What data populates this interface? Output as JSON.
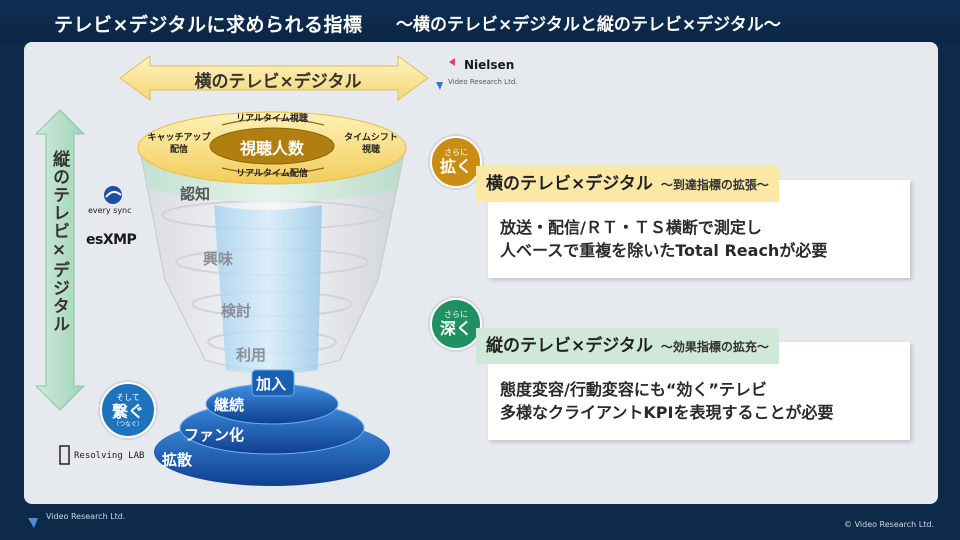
{
  "header": {
    "title": "テレビ×デジタルに求められる指標",
    "subtitle": "〜横のテレビ×デジタルと縦のテレビ×デジタル〜"
  },
  "diagram": {
    "horizontal_arrow_label": "横のテレビ×デジタル",
    "vertical_arrow_label": "縦のテレビ×デジタル",
    "funnel_top": {
      "center": "視聴人数",
      "top": "リアルタイム視聴",
      "bottom": "リアルタイム配信",
      "left_line1": "キャッチアップ",
      "left_line2": "配信",
      "right_line1": "タイムシフト",
      "right_line2": "視聴"
    },
    "stages": [
      "認知",
      "興味",
      "検討",
      "利用"
    ],
    "blue_stages": [
      "加入",
      "継続",
      "ファン化",
      "拡散"
    ]
  },
  "logos": {
    "nielsen": "Nielsen",
    "video_research": "Video Research Ltd.",
    "every_sync": "every sync",
    "esxmp": "esXMP",
    "resolving_lab": "Resolving LAB"
  },
  "badges": {
    "expand": {
      "small": "さらに",
      "big": "拡く"
    },
    "deepen": {
      "small": "さらに",
      "big": "深く"
    },
    "connect": {
      "small": "そして",
      "big": "繋ぐ",
      "ruby": "（つなぐ）"
    }
  },
  "panels": {
    "horizontal": {
      "heading": "横のテレビ×デジタル",
      "sub": "〜到達指標の拡張〜",
      "line1": "放送・配信/ＲＴ・ＴＳ横断で測定し",
      "line2": "人ベースで重複を除いたTotal Reachが必要"
    },
    "vertical": {
      "heading": "縦のテレビ×デジタル",
      "sub": "〜効果指標の拡充〜",
      "line1": "態度変容/行動変容にも“効く”テレビ",
      "line2": "多様なクライアントKPIを表現することが必要"
    }
  },
  "footer": {
    "logo_text": "Video Research Ltd.",
    "copyright": "© Video Research Ltd."
  },
  "colors": {
    "navy": "#0d2a4a",
    "yellow_band": "#fbe7a6",
    "green_band": "#cfe8d9",
    "badge_orange": "#c88d12",
    "badge_green": "#1f8f64",
    "badge_blue": "#1d74bd",
    "funnel_gold": "#f1c84d",
    "funnel_blue": "#1f63b8"
  }
}
